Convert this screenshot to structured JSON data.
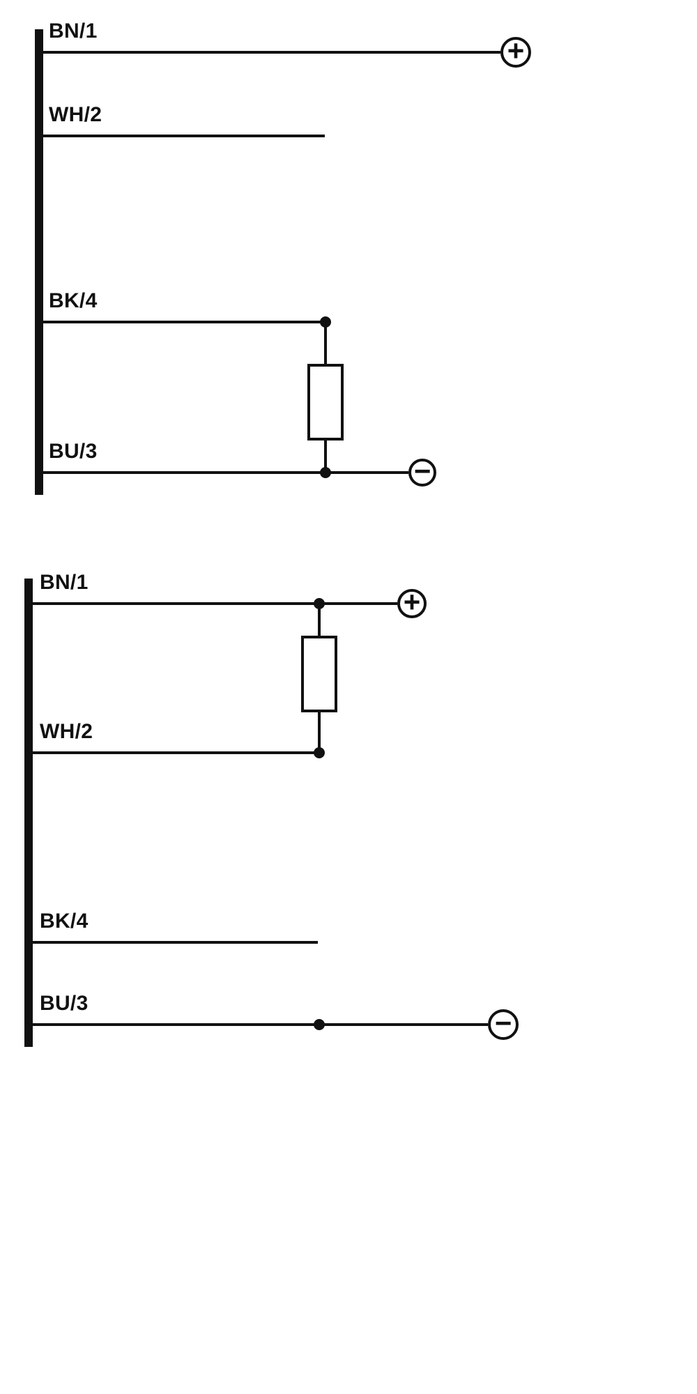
{
  "ink_color": "#111111",
  "background_color": "#ffffff",
  "diagrams": [
    {
      "wires": [
        {
          "label": "BN/1"
        },
        {
          "label": "WH/2"
        },
        {
          "label": "BK/4"
        },
        {
          "label": "BU/3"
        }
      ],
      "terminals": {
        "positive": "+",
        "negative": "−"
      },
      "components": [
        {
          "name": "load-resistor",
          "between": [
            "BK/4",
            "BU/3"
          ]
        }
      ]
    },
    {
      "wires": [
        {
          "label": "BN/1"
        },
        {
          "label": "WH/2"
        },
        {
          "label": "BK/4"
        },
        {
          "label": "BU/3"
        }
      ],
      "terminals": {
        "positive": "+",
        "negative": "−"
      },
      "components": [
        {
          "name": "load-resistor",
          "between": [
            "BN/1",
            "WH/2"
          ]
        }
      ]
    }
  ]
}
